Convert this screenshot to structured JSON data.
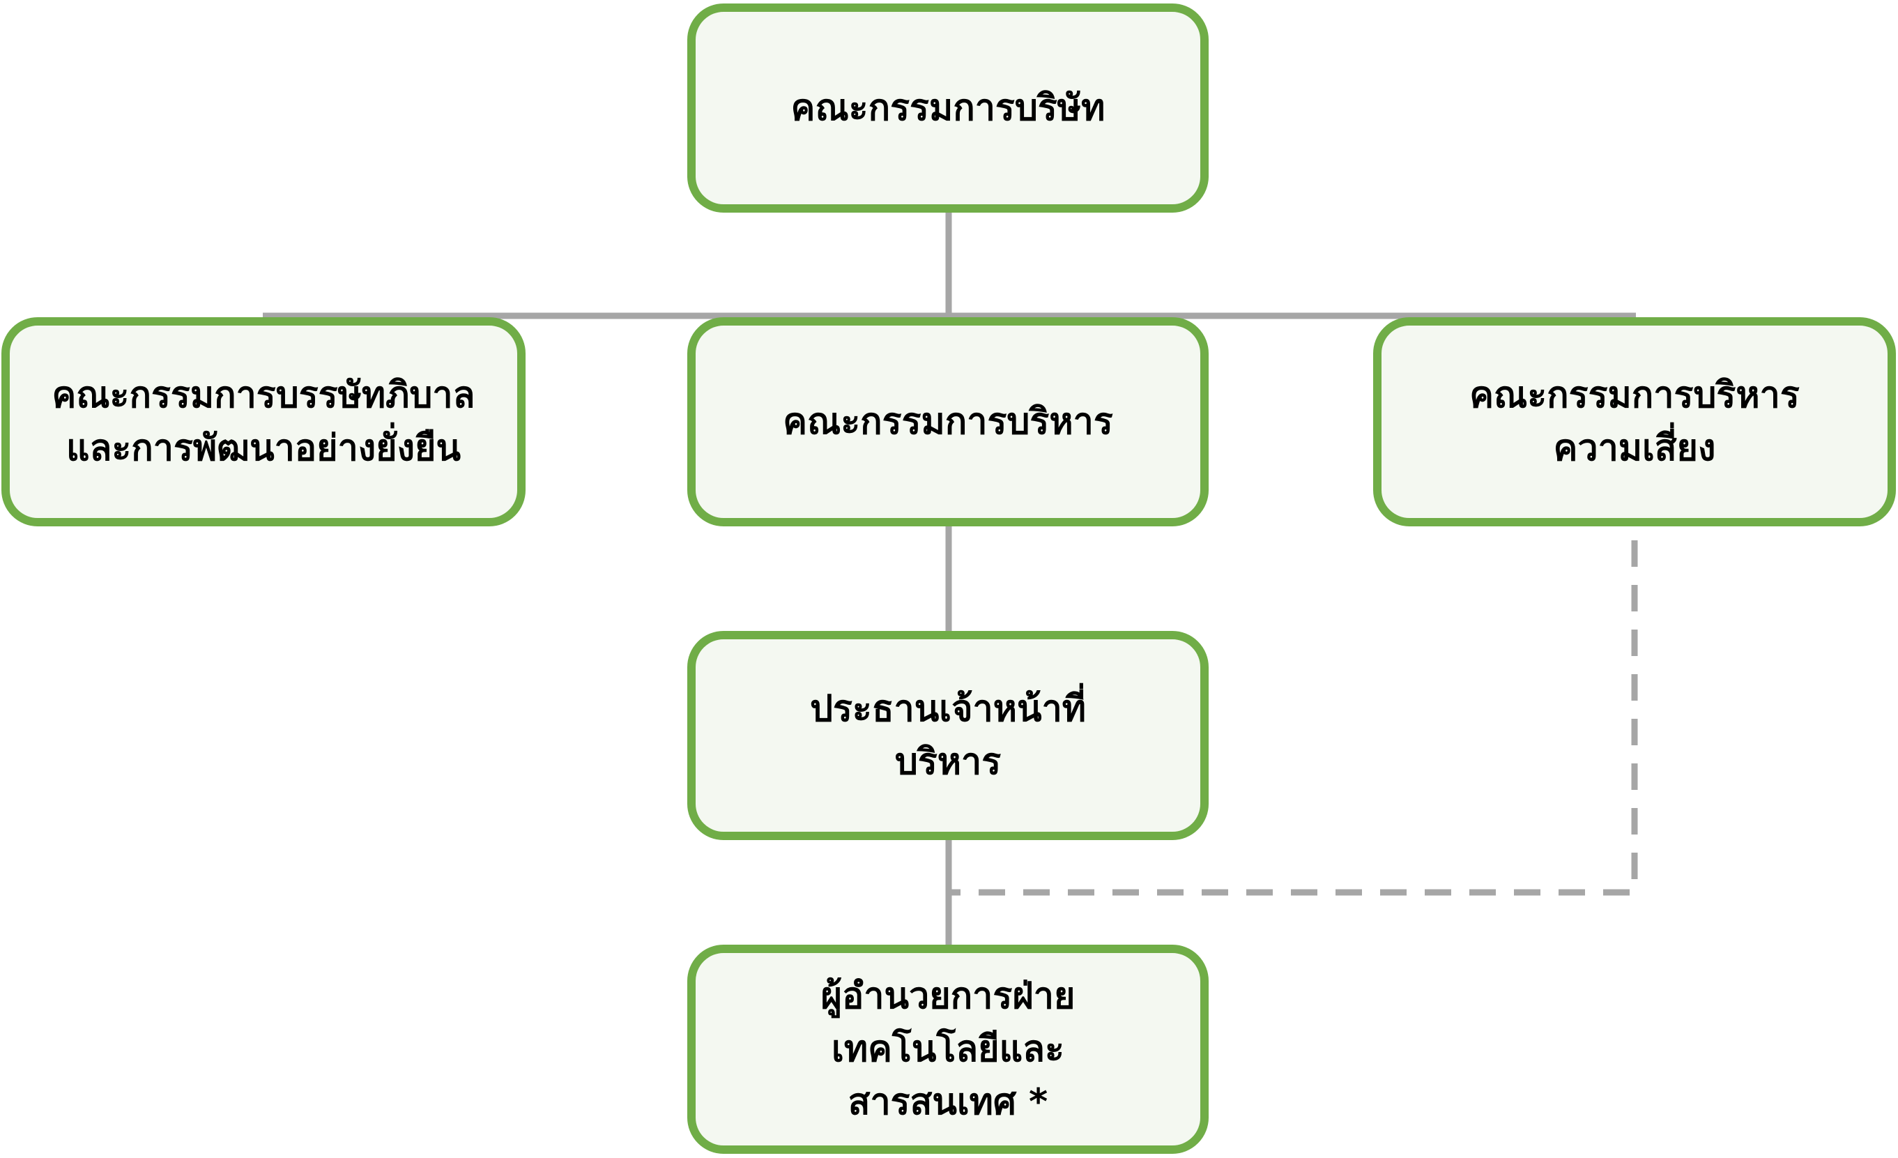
{
  "colors": {
    "border": "#70ad47",
    "fill": "#f4f8f1",
    "connector": "#a6a6a6"
  },
  "nodes": {
    "board": "คณะกรรมการบริษัท",
    "governance": "คณะกรรมการบรรษัทภิบาล และการพัฒนาอย่างยั่งยืน",
    "executive": "คณะกรรมการบริหาร",
    "risk": "คณะกรรมการบริหารความเสี่ยง",
    "ceo": "ประธานเจ้าหน้าที่บริหาร",
    "it_director": "ผู้อำนวยการฝ่ายเทคโนโลยีและสารสนเทศ *"
  }
}
